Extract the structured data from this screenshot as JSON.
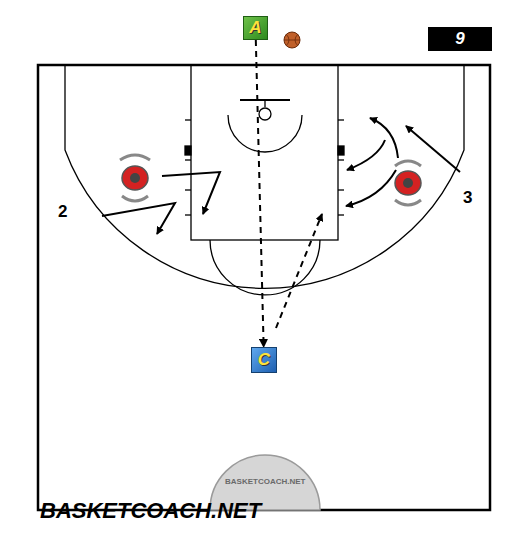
{
  "diagram": {
    "nodes": [
      {
        "text": [
          "A"
        ]
      },
      {
        "text": [
          "C"
        ]
      },
      {
        "text": [
          "9"
        ]
      }
    ],
    "edges": [
      {
        "from": 0,
        "to": 1,
        "arrow": "to"
      }
    ],
    "labels": [
      "2",
      "3",
      "BASKETCOACH.NET",
      "BASKETCOACH.NET"
    ]
  }
}
